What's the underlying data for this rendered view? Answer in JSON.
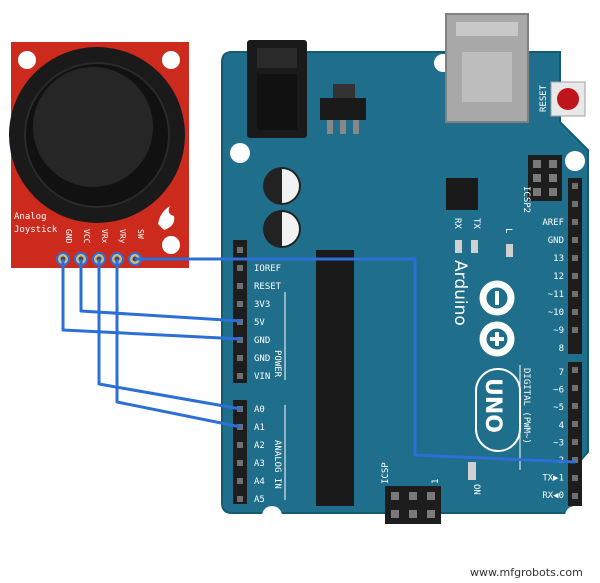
{
  "joystick": {
    "label_line1": "Analog",
    "label_line2": "Joystick",
    "pins": [
      "GND",
      "VCC",
      "VRx",
      "VRy",
      "SW"
    ]
  },
  "arduino": {
    "name": "Arduino",
    "model": "UNO",
    "reset": "RESET",
    "icsp2": "ICSP2",
    "icsp": "ICSP",
    "icsp_num": "1",
    "led_rx": "RX",
    "led_tx": "TX",
    "led_l": "L",
    "on_label": "ON",
    "power_header": "POWER",
    "analog_header": "ANALOG IN",
    "digital_header": "DIGITAL (PWM~)",
    "power_pins": [
      "IOREF",
      "RESET",
      "3V3",
      "5V",
      "GND",
      "GND",
      "VIN"
    ],
    "analog_pins": [
      "A0",
      "A1",
      "A2",
      "A3",
      "A4",
      "A5"
    ],
    "digital_top": [
      "AREF",
      "GND",
      "13",
      "12",
      "~11",
      "~10",
      "~9",
      "8"
    ],
    "digital_bottom": [
      "7",
      "~6",
      "~5",
      "4",
      "~3",
      "2",
      "TX▶1",
      "RX◀0"
    ]
  },
  "watermark": "www.mfgrobots.com",
  "colors": {
    "board": "#1e6e8c",
    "board_edge": "#155a73",
    "joystick_board": "#cc2a1c",
    "wire": "#2c6fd6",
    "header": "#1d1d1d"
  }
}
